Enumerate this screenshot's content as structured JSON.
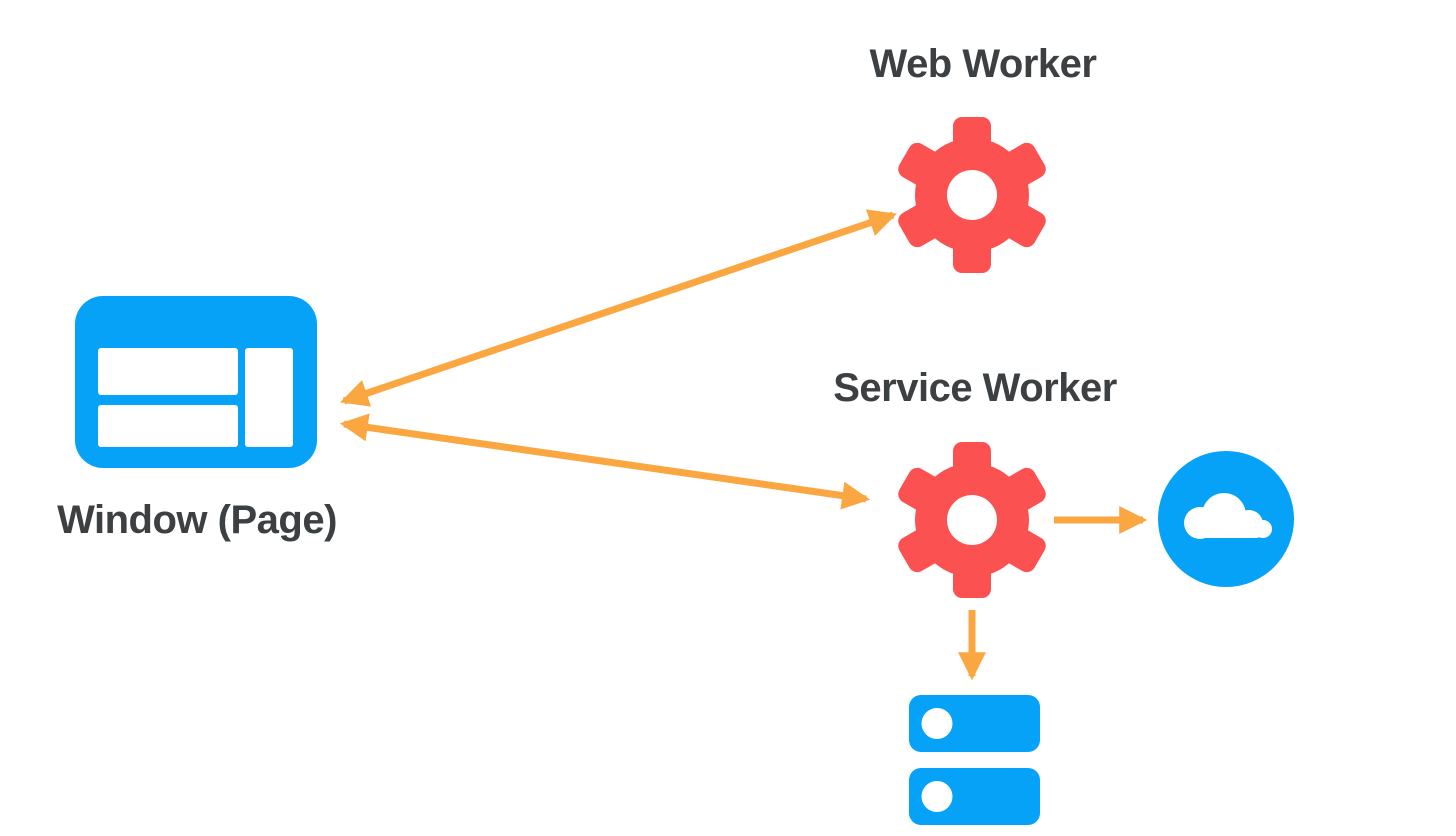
{
  "diagram": {
    "background": "#ffffff",
    "colors": {
      "blue": "#06a2f8",
      "red": "#fb5150",
      "orange": "#faa742",
      "text": "#3c4043"
    },
    "nodes": {
      "window": {
        "label": "Window (Page)",
        "icon": "browser-window-icon"
      },
      "web_worker": {
        "label": "Web Worker",
        "icon": "gear-icon"
      },
      "service_worker": {
        "label": "Service Worker",
        "icon": "gear-icon"
      },
      "cloud": {
        "icon": "cloud-icon"
      },
      "storage": {
        "icon": "database-icon"
      }
    },
    "edges": [
      {
        "from": "window",
        "to": "web_worker",
        "bidirectional": true
      },
      {
        "from": "window",
        "to": "service_worker",
        "bidirectional": true
      },
      {
        "from": "service_worker",
        "to": "cloud",
        "bidirectional": false
      },
      {
        "from": "service_worker",
        "to": "storage",
        "bidirectional": false
      }
    ]
  }
}
